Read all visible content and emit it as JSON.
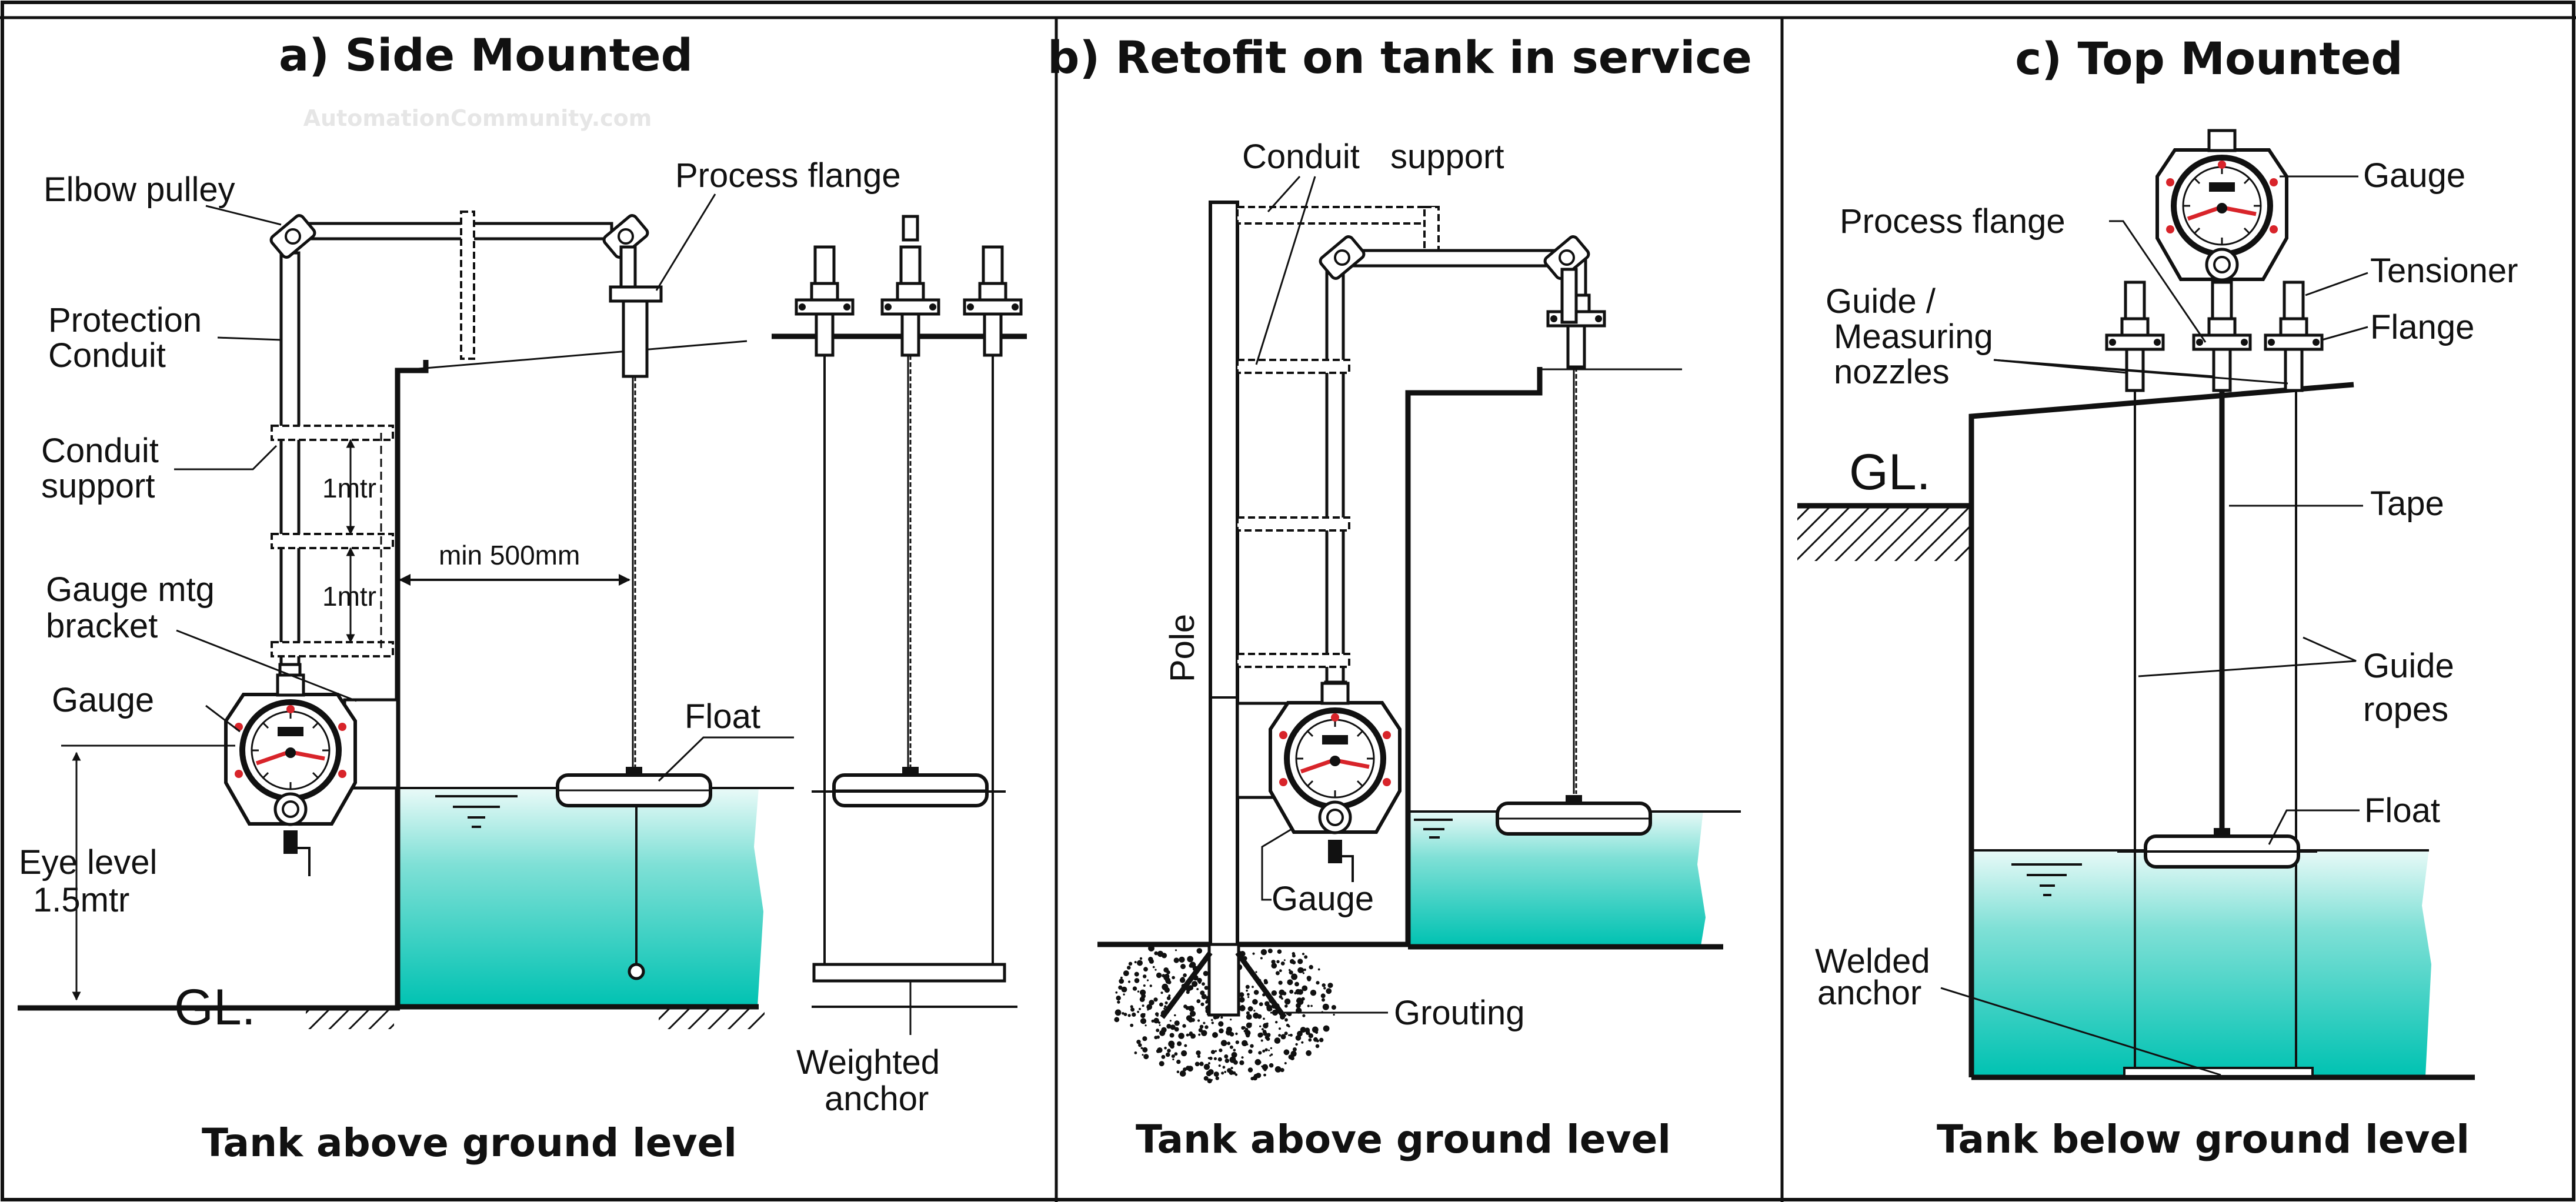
{
  "watermark": "AutomationCommunity.com",
  "panels": {
    "a": {
      "title": "a) Side Mounted",
      "caption": "Tank above ground level",
      "labels": {
        "elbow_pulley": "Elbow pulley",
        "process_flange": "Process flange",
        "protection_1": "Protection",
        "protection_2": "Conduit",
        "conduit_support_1": "Conduit",
        "conduit_support_2": "support",
        "one_mtr_top": "1mtr",
        "one_mtr_bottom": "1mtr",
        "min_500": "min 500mm",
        "gauge_mtg_1": "Gauge mtg",
        "gauge_mtg_2": "bracket",
        "gauge": "Gauge",
        "float": "Float",
        "eye_level_1": "Eye level",
        "eye_level_2": "1.5mtr",
        "gl": "GL.",
        "weighted_1": "Weighted",
        "weighted_2": "anchor"
      }
    },
    "b": {
      "title": "b) Retofit on tank in service",
      "caption": "Tank above ground level",
      "labels": {
        "conduit": "Conduit",
        "support": "support",
        "pole": "Pole",
        "gauge": "Gauge",
        "grouting": "Grouting"
      }
    },
    "c": {
      "title": "c) Top Mounted",
      "caption": "Tank below ground level",
      "labels": {
        "gauge": "Gauge",
        "process_flange": "Process flange",
        "tensioner": "Tensioner",
        "guide_1": "Guide /",
        "guide_2": "Measuring",
        "guide_3": "nozzles",
        "flange": "Flange",
        "gl": "GL.",
        "tape": "Tape",
        "guide_ropes_1": "Guide",
        "guide_ropes_2": "ropes",
        "float": "Float",
        "welded_1": "Welded",
        "welded_2": "anchor"
      }
    }
  },
  "colors": {
    "liquid": "#00c2b2",
    "liquid_light": "#eafaf8",
    "gauge_red": "#d8242a",
    "line": "#111111"
  }
}
